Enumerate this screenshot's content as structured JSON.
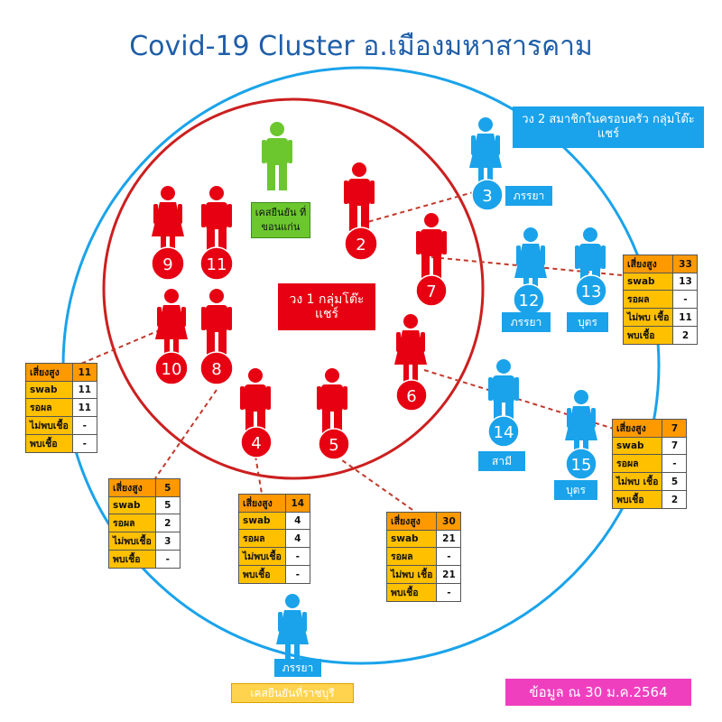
{
  "title": "Covid-19 Cluster อ.เมืองมหาสารคาม",
  "colors": {
    "red": "#e60012",
    "blue": "#1aa3ea",
    "green": "#6cc72f",
    "orange": "#ff9900",
    "yellow": "#ffc000",
    "pink": "#ef3fbf",
    "title": "#1f5ea8"
  },
  "labels": {
    "ring2": "วง 2 สมาชิกในครอบครัว กลุ่มโต๊ะแชร์",
    "ring1": "วง 1 กลุ่มโต๊ะแชร์",
    "khon_kaen": "เคสยืนยัน ที่ขอนแก่น",
    "ratchaburi": "เคสยืนยันที่ราชบุรี",
    "date": "ข้อมูล ณ 30 ม.ค.2564",
    "wife3": "ภรรยา",
    "wife12": "ภรรยา",
    "child13": "บุตร",
    "husband14": "สามี",
    "child15": "บุตร",
    "wife_bottom": "ภรรยา"
  },
  "people": {
    "p2": "2",
    "p3": "3",
    "p4": "4",
    "p5": "5",
    "p6": "6",
    "p7": "7",
    "p8": "8",
    "p9": "9",
    "p10": "10",
    "p11": "11",
    "p12": "12",
    "p13": "13",
    "p14": "14",
    "p15": "15"
  },
  "tables": {
    "t7": {
      "rows": [
        {
          "k": "เสี่ยงสูง",
          "v": "33"
        },
        {
          "k": "swab",
          "v": "13"
        },
        {
          "k": "รอผล",
          "v": "-"
        },
        {
          "k": "ไม่พบ เชื้อ",
          "v": "11"
        },
        {
          "k": "พบเชื้อ",
          "v": "2"
        }
      ]
    },
    "t6": {
      "rows": [
        {
          "k": "เสี่ยงสูง",
          "v": "7"
        },
        {
          "k": "swab",
          "v": "7"
        },
        {
          "k": "รอผล",
          "v": "-"
        },
        {
          "k": "ไม่พบ เชื้อ",
          "v": "5"
        },
        {
          "k": "พบเชื้อ",
          "v": "2"
        }
      ]
    },
    "t10": {
      "rows": [
        {
          "k": "เสี่ยงสูง",
          "v": "11"
        },
        {
          "k": "swab",
          "v": "11"
        },
        {
          "k": "รอผล",
          "v": "11"
        },
        {
          "k": "ไม่พบเชื้อ",
          "v": "-"
        },
        {
          "k": "พบเชื้อ",
          "v": "-"
        }
      ]
    },
    "t8": {
      "rows": [
        {
          "k": "เสี่ยงสูง",
          "v": "5"
        },
        {
          "k": "swab",
          "v": "5"
        },
        {
          "k": "รอผล",
          "v": "2"
        },
        {
          "k": "ไม่พบเชื้อ",
          "v": "3"
        },
        {
          "k": "พบเชื้อ",
          "v": "-"
        }
      ]
    },
    "t4": {
      "rows": [
        {
          "k": "เสี่ยงสูง",
          "v": "14"
        },
        {
          "k": "swab",
          "v": "4"
        },
        {
          "k": "รอผล",
          "v": "4"
        },
        {
          "k": "ไม่พบเชื้อ",
          "v": "-"
        },
        {
          "k": "พบเชื้อ",
          "v": "-"
        }
      ]
    },
    "t5": {
      "rows": [
        {
          "k": "เสี่ยงสูง",
          "v": "30"
        },
        {
          "k": "swab",
          "v": "21"
        },
        {
          "k": "รอผล",
          "v": "-"
        },
        {
          "k": "ไม่พบ เชื้อ",
          "v": "21"
        },
        {
          "k": "พบเชื้อ",
          "v": "-"
        }
      ]
    }
  }
}
